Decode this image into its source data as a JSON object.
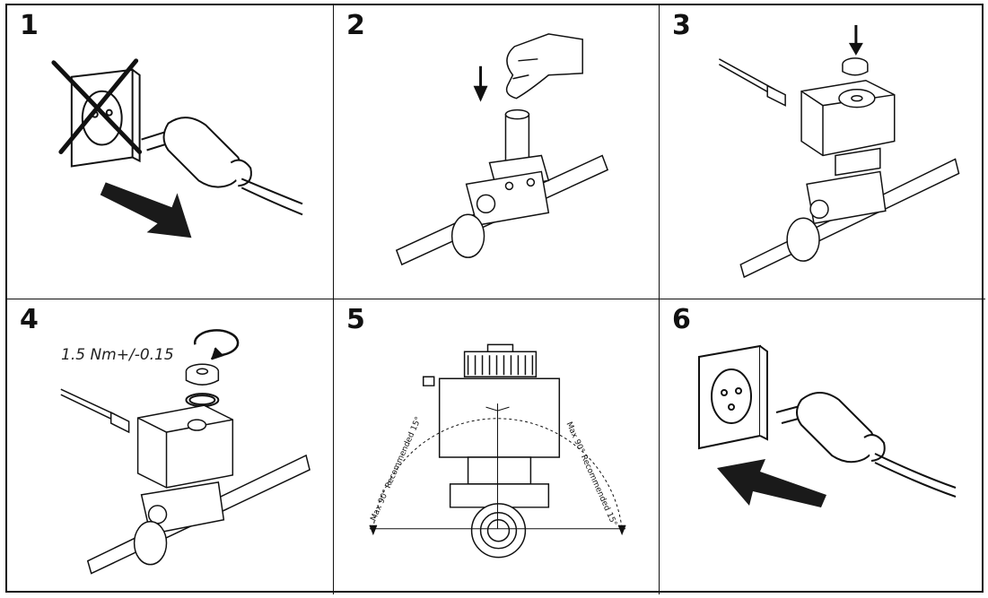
{
  "steps": [
    {
      "number": "1"
    },
    {
      "number": "2"
    },
    {
      "number": "3"
    },
    {
      "number": "4",
      "torque_label": "1.5 Nm+/-0.15"
    },
    {
      "number": "5",
      "left_angle_label": "Max 90° Recommended 15°",
      "right_angle_label": "Max 90° Recommended 15°"
    },
    {
      "number": "6"
    }
  ],
  "icons": {
    "step1": [
      "wall-socket-icon",
      "cross-out-icon",
      "plug-icon",
      "pull-arrow-icon"
    ],
    "step2": [
      "hand-icon",
      "down-arrow-icon",
      "solenoid-valve-body-icon"
    ],
    "step3": [
      "coil-icon",
      "nut-icon",
      "down-arrow-icon",
      "solenoid-valve-body-icon"
    ],
    "step4": [
      "rotate-arrow-icon",
      "nut-icon",
      "o-ring-icon",
      "coil-icon",
      "solenoid-valve-body-icon"
    ],
    "step5": [
      "valve-front-view-icon",
      "angle-arc-icon"
    ],
    "step6": [
      "wall-socket-icon",
      "plug-icon",
      "push-arrow-icon"
    ]
  },
  "colors": {
    "line": "#111111",
    "arrow": "#1a1a1a",
    "panel_bg": "#ffffff"
  }
}
